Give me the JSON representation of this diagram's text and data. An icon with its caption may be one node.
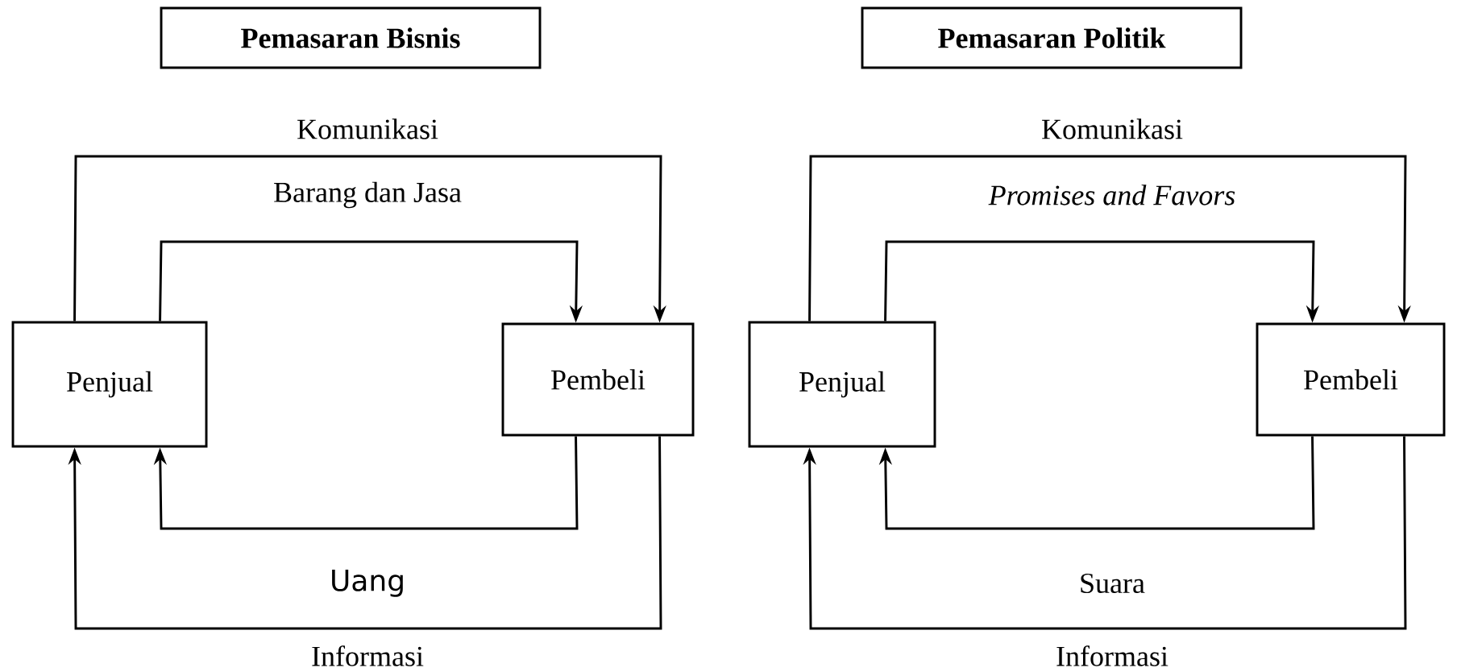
{
  "diagram": {
    "nodes": [
      {
        "text": [
          "Pemasaran Bisnis"
        ]
      },
      {
        "text": [
          "Pemasaran Politik"
        ]
      },
      {
        "text": [
          "Penjual"
        ]
      },
      {
        "text": [
          "Pembeli"
        ]
      },
      {
        "text": [
          "Penjual"
        ]
      },
      {
        "text": [
          "Pembeli"
        ]
      }
    ],
    "edges": [
      {
        "from": 2,
        "to": 3,
        "arrow": "to",
        "label": "Komunikasi"
      },
      {
        "from": 2,
        "to": 3,
        "arrow": "to",
        "label": "Barang dan Jasa"
      },
      {
        "from": 3,
        "to": 2,
        "arrow": "to",
        "label": "Uang"
      },
      {
        "from": 3,
        "to": 2,
        "arrow": "to",
        "label": "Informasi"
      },
      {
        "from": 4,
        "to": 5,
        "arrow": "to",
        "label": "Komunikasi"
      },
      {
        "from": 4,
        "to": 5,
        "arrow": "to",
        "label": "Promises and Favors"
      },
      {
        "from": 5,
        "to": 4,
        "arrow": "to",
        "label": "Suara"
      },
      {
        "from": 5,
        "to": 4,
        "arrow": "to",
        "label": "Informasi"
      }
    ]
  }
}
